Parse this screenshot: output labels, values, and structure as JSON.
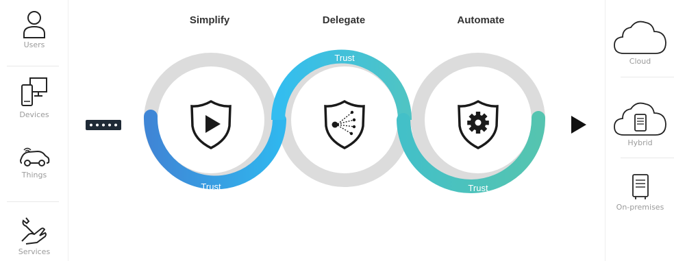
{
  "sources": {
    "items": [
      {
        "label": "Users",
        "icon": "user-icon"
      },
      {
        "label": "Devices",
        "icon": "devices-icon"
      },
      {
        "label": "Things",
        "icon": "car-icon"
      },
      {
        "label": "Services",
        "icon": "wrench-hand-icon"
      }
    ]
  },
  "stages": [
    {
      "title": "Simplify",
      "icon": "shield-play-icon"
    },
    {
      "title": "Delegate",
      "icon": "shield-network-icon"
    },
    {
      "title": "Automate",
      "icon": "shield-gear-icon"
    }
  ],
  "trust_labels": [
    "Trust",
    "Trust",
    "Trust"
  ],
  "targets": {
    "items": [
      {
        "label": "Cloud",
        "icon": "cloud-icon"
      },
      {
        "label": "Hybrid",
        "icon": "cloud-server-icon"
      },
      {
        "label": "On-premises",
        "icon": "server-icon"
      }
    ]
  },
  "colors": {
    "ring_grey": "#dcdcdc",
    "blue_dark": "#3f86d6",
    "blue_light": "#33bdf0",
    "teal": "#4ec2b8",
    "icon_dark": "#1a1a1a"
  }
}
